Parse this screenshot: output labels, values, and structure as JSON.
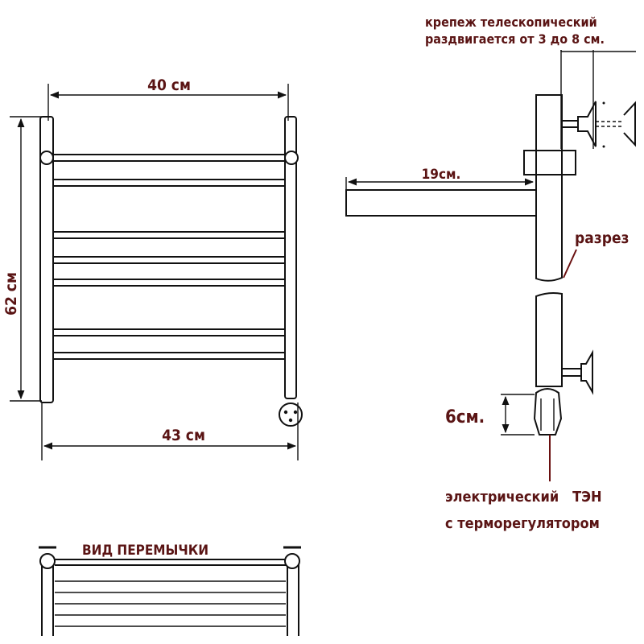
{
  "front_view": {
    "width_top": "40 см",
    "height": "62 см",
    "width_bottom": "43 см"
  },
  "side_view": {
    "mount_label_1": "крепеж телескопический",
    "mount_label_2": "раздвигается от 3 до 8 см.",
    "depth": "19см.",
    "cut_label": "разрез",
    "heater_height": "6см.",
    "heater_label_1": "электрический   ТЭН",
    "heater_label_2": "с терморегулятором"
  },
  "jumper_view": {
    "title": "ВИД ПЕРЕМЫЧКИ"
  },
  "colors": {
    "label": "#5a1414",
    "line": "#111111"
  }
}
